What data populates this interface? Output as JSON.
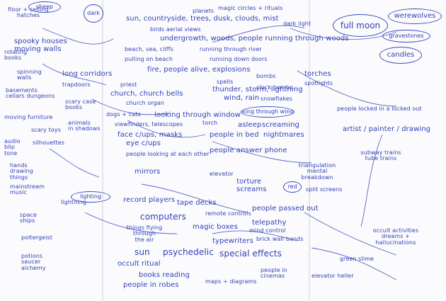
{
  "notes": {
    "ceiling": "floor + ceiling\nhatches",
    "spooky": "spooky houses\nmoving walls",
    "rotating": "rotating\nbooks",
    "spinning": "spinning\nwalls",
    "basements": "basements\ncellars dungeons",
    "long_corridors": "long corridors",
    "trapdoor": "trapdoors",
    "scary": "scary case\nbooks",
    "furniture": "moving furniture",
    "scary_toys": "scary toys",
    "animals": "animals\nin shadows",
    "silhouettes": "silhouettes",
    "audio": "audio\nblip\ntone",
    "hands": "hands\ndrawing\nthings",
    "music": "mainstream\nmusic",
    "lightning": "lightning",
    "space": "space\nships",
    "poltergeist": "poltergeist",
    "potions": "potions\nsaucer\nalchemy",
    "planets": "planets",
    "rituals": "magic circles + rituals",
    "sun": "sun, countryside, trees, dusk, clouds, mist",
    "aerial": "birds  aerial views",
    "undergrowth": "undergrowth, woods, people running through woods",
    "rivers": "running through river",
    "doors": "running down doors",
    "beach": "beach, sea, cliffs",
    "pulling": "pulling on beach",
    "fire": "fire, people alive, explosions",
    "priest": "priest",
    "church": "church, church bells",
    "organ": "church organ",
    "dogs": "dogs + cats",
    "looking": "looking through window",
    "telescope": "viewfinders, telescopes",
    "faces": "face c/ups, masks",
    "eyes": "eye c/ups",
    "looking_at": "people looking at each other",
    "mirrors": "mirrors",
    "spells": "spells",
    "thunder": "thunder, storm, lightning",
    "wind": "wind, rain",
    "bombs": "bombs",
    "clock": "clock bombs",
    "snowflakes": "snowflakes",
    "torch": "torch",
    "asleep": "asleep",
    "bed": "people in bed",
    "nightmares": "nightmares",
    "phone": "people answer phone",
    "screaming": "screaming",
    "torture": "torture\nscreams",
    "elevator": "elevator",
    "players": "record players",
    "tape": "tape decks",
    "computers": "computers",
    "remote": "remote controls",
    "magic": "magic boxes",
    "typewriters": "typewriters",
    "telepathy": "telepathy",
    "mind": "mind control",
    "brick": "brick wall bands",
    "passed": "people passed out",
    "flying": "things flying through\nthe air",
    "sun2": "sun",
    "psych": "psychedelic",
    "occult": "occult ritual",
    "effects": "special effects",
    "books": "books reading",
    "robes": "people in robes",
    "maps": "maps + diagrams",
    "cinema": "people in\ncinemas",
    "dark": "dark light",
    "torches": "torches",
    "spotlights": "spotlights",
    "locked": "people locked in a locked out",
    "artist": "artist / painter / drawing",
    "subway": "subway trains\ntube trains",
    "triangulation": "triangulation\nmental breakdown",
    "split": "split screens",
    "occult2": "occult activities\ndreams + hallucinations",
    "green": "green slime",
    "elev2": "elevator heller"
  },
  "bubbles": {
    "full_moon": "full moon",
    "werewolves": "werewolves",
    "candles": "candles",
    "sheep": "sheep",
    "grave": "gravestones",
    "dark2": "dark",
    "window": "looking through window",
    "red": "red",
    "lt": "lighting"
  }
}
